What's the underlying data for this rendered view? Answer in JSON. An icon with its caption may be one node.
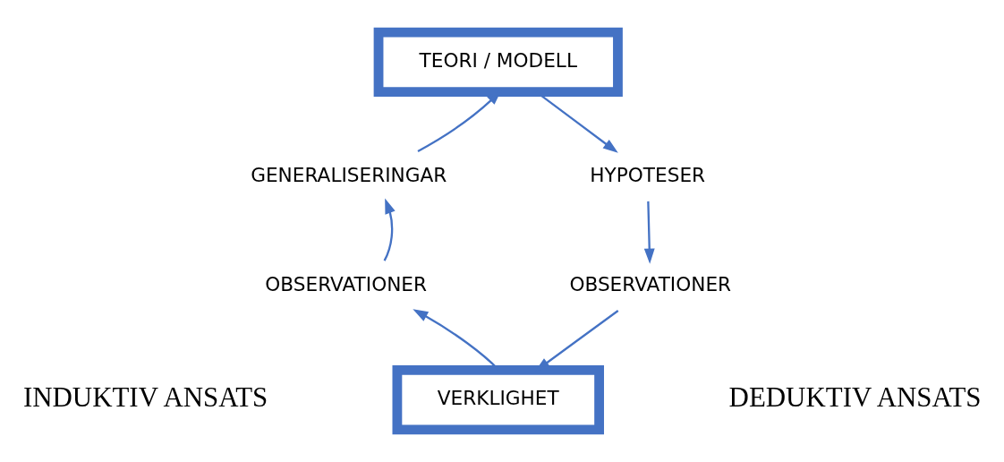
{
  "diagram": {
    "nodes": [
      {
        "text": [
          "TEORI / MODELL"
        ]
      },
      {
        "text": [
          "HYPOTESER"
        ]
      },
      {
        "text": [
          "OBSERVATIONER"
        ]
      },
      {
        "text": [
          "VERKLIGHET"
        ]
      },
      {
        "text": [
          "OBSERVATIONER"
        ]
      },
      {
        "text": [
          "GENERALISERINGAR"
        ]
      }
    ],
    "edges": [
      {
        "from": 0,
        "to": 1,
        "arrow": "to"
      },
      {
        "from": 1,
        "to": 2,
        "arrow": "to"
      },
      {
        "from": 2,
        "to": 3,
        "arrow": "to"
      },
      {
        "from": 3,
        "to": 4,
        "arrow": "to"
      },
      {
        "from": 4,
        "to": 5,
        "arrow": "to"
      },
      {
        "from": 5,
        "to": 0,
        "arrow": "to"
      }
    ],
    "labels": [
      "INDUKTIV ANSATS",
      "DEDUKTIV ANSATS"
    ]
  }
}
